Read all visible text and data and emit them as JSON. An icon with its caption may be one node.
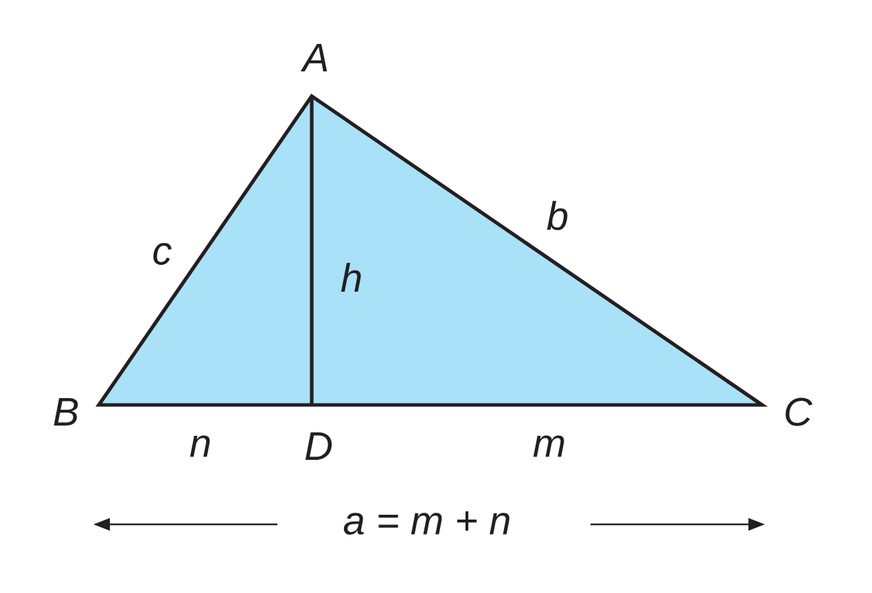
{
  "diagram": {
    "labels": [
      "A",
      "c",
      "h",
      "b",
      "B",
      "C",
      "n",
      "D",
      "m",
      "a = m + n"
    ]
  }
}
